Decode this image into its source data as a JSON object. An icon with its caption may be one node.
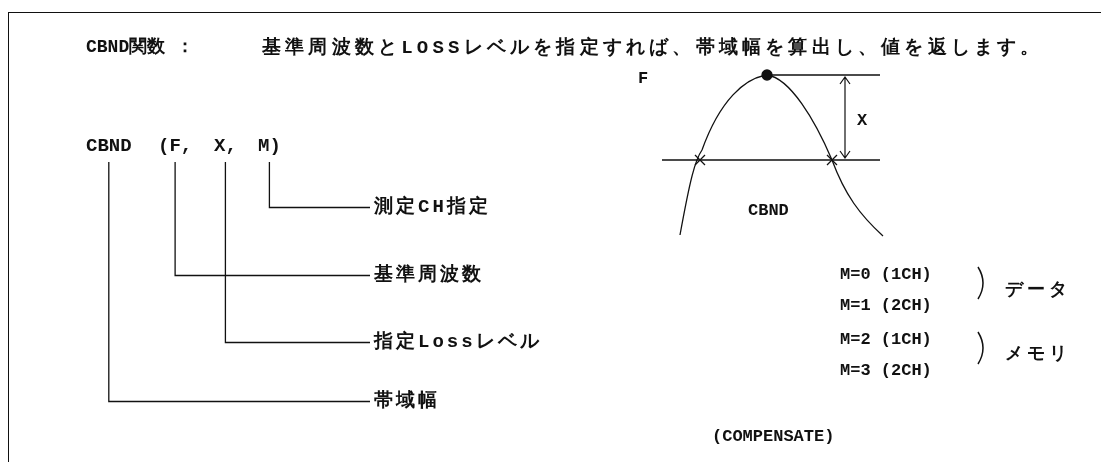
{
  "diagram": {
    "nodes": [
      {
        "text": [
          "CBND"
        ]
      },
      {
        "text": [
          "(F,"
        ]
      },
      {
        "text": [
          "X,"
        ]
      },
      {
        "text": [
          "M)"
        ]
      },
      {
        "text": [
          "測定CH指定"
        ]
      },
      {
        "text": [
          "基準周波数"
        ]
      },
      {
        "text": [
          "指定Lossレベル"
        ]
      },
      {
        "text": [
          "帯域幅"
        ]
      }
    ],
    "edges": [
      {
        "from": 3,
        "to": 4,
        "arrow": "none"
      },
      {
        "from": 1,
        "to": 5,
        "arrow": "none"
      },
      {
        "from": 2,
        "to": 6,
        "arrow": "none"
      },
      {
        "from": 0,
        "to": 7,
        "arrow": "none"
      }
    ],
    "labels": [
      "CBND関数 ：",
      "基準周波数とLOSSレベルを指定すれば、帯域幅を算出し、値を返します。",
      "F",
      "X",
      "CBND",
      "M=0 (1CH)",
      "M=1 (2CH)",
      "データ",
      "M=2 (1CH)",
      "M=3 (2CH)",
      "メモリ",
      "(COMPENSATE)"
    ]
  }
}
